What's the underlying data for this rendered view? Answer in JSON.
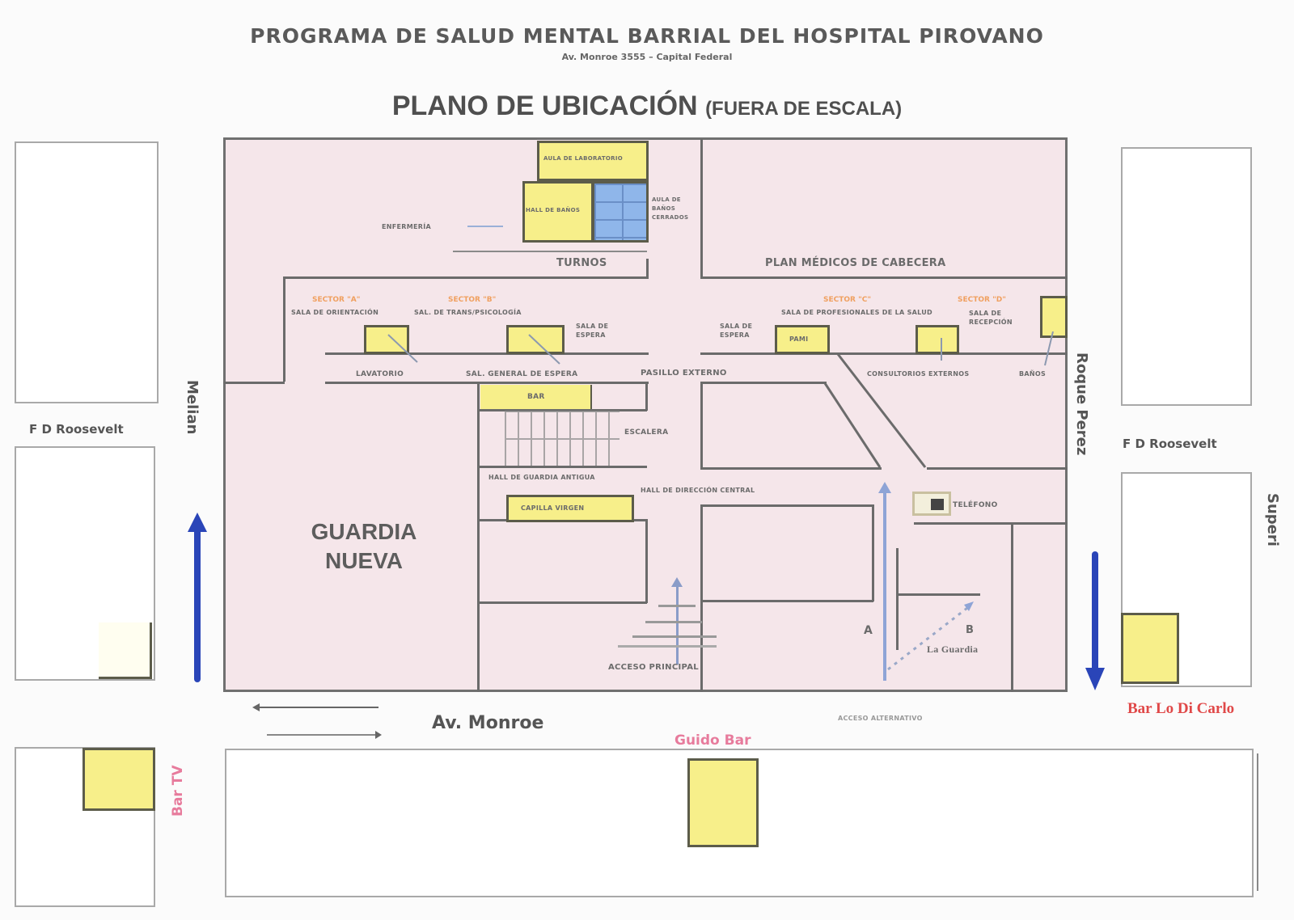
{
  "header": {
    "title": "PROGRAMA DE SALUD MENTAL BARRIAL DEL HOSPITAL PIROVANO",
    "address": "Av. Monroe 3555 – Capital Federal",
    "plan_title": "PLANO DE UBICACIÓN",
    "plan_subtitle": "(FUERA DE ESCALA)"
  },
  "streets": {
    "left": "Melian",
    "right": "Roque Perez",
    "far_right": "Superi",
    "bottom": "Av. Monroe",
    "cross_left": "F D Roosevelt",
    "cross_right": "F D Roosevelt"
  },
  "bars": {
    "bar_tv": "Bar TV",
    "guido_bar": "Guido Bar",
    "bar_lo_di_carlo": "Bar Lo Di Carlo"
  },
  "rooms": {
    "aula_laboratorio": "AULA DE LABORATORIO",
    "hall_banos": "HALL DE BAÑOS",
    "aula_banos": "AULA DE BAÑOS CERRADOS",
    "enfermeria": "ENFERMERÍA",
    "turnos": "TURNOS",
    "plan_medicos": "PLAN MÉDICOS DE CABECERA",
    "sector_a": "SECTOR \"A\"",
    "sector_b": "SECTOR \"B\"",
    "sector_c": "SECTOR \"C\"",
    "sector_d": "SECTOR \"D\"",
    "sala_a": "SALA DE ORIENTACIÓN",
    "sala_b": "SAL. DE TRANS/PSICOLOGÍA",
    "sala_c": "SALA DE PROFESIONALES DE LA SALUD",
    "sala_d": "SALA DE RECEPCIÓN",
    "sala_espera_1": "SALA DE ESPERA",
    "sala_espera_2": "SALA DE ESPERA",
    "pami": "PAMI",
    "lavatorio": "LAVATORIO",
    "sal_general": "SAL. GENERAL DE ESPERA",
    "pasillo": "PASILLO EXTERNO",
    "consultorios": "CONSULTORIOS EXTERNOS",
    "banos": "BAÑOS",
    "bar": "BAR",
    "escalera": "ESCALERA",
    "hall_antigua": "HALL DE GUARDIA ANTIGUA",
    "hall_central": "HALL DE DIRECCIÓN CENTRAL",
    "capilla": "CAPILLA VIRGEN",
    "telefono": "TELÉFONO",
    "guardia_nueva_1": "GUARDIA",
    "guardia_nueva_2": "NUEVA",
    "acceso_principal": "ACCESO PRINCIPAL",
    "acceso_alternativo": "ACCESO ALTERNATIVO",
    "label_a": "A",
    "label_b": "B",
    "la_guardia": "La Guardia"
  },
  "colors": {
    "building_fill": "#f5e6ea",
    "room_yellow": "#f7ef8a",
    "stair_blue": "#8fb6ea",
    "traffic_arrow": "#2a45b8",
    "bar_red": "#e04848",
    "bar_pink": "#e77b9c",
    "sector_orange": "#f0a060"
  }
}
